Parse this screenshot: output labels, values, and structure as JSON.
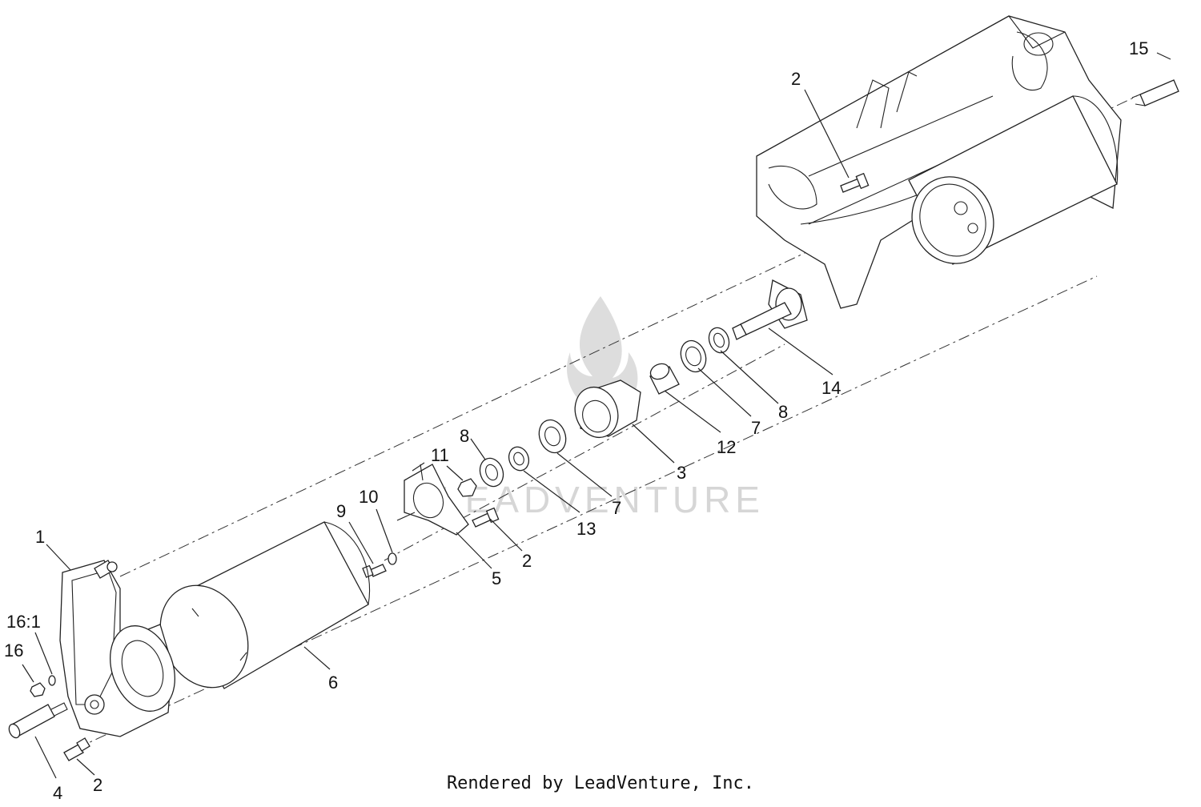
{
  "labels": {
    "l1": "1",
    "l2a": "2",
    "l2b": "2",
    "l2c": "2",
    "l3": "3",
    "l4": "4",
    "l5": "5",
    "l6": "6",
    "l7a": "7",
    "l7b": "7",
    "l8a": "8",
    "l8b": "8",
    "l9": "9",
    "l10": "10",
    "l11": "11",
    "l12": "12",
    "l13": "13",
    "l14": "14",
    "l15": "15",
    "l16": "16",
    "l16r": "16:1"
  },
  "watermark": "LEADVENTURE",
  "footer": "Rendered by LeadVenture, Inc.",
  "colors": {
    "line": "#222222",
    "watermark": "#d4d4d4"
  }
}
